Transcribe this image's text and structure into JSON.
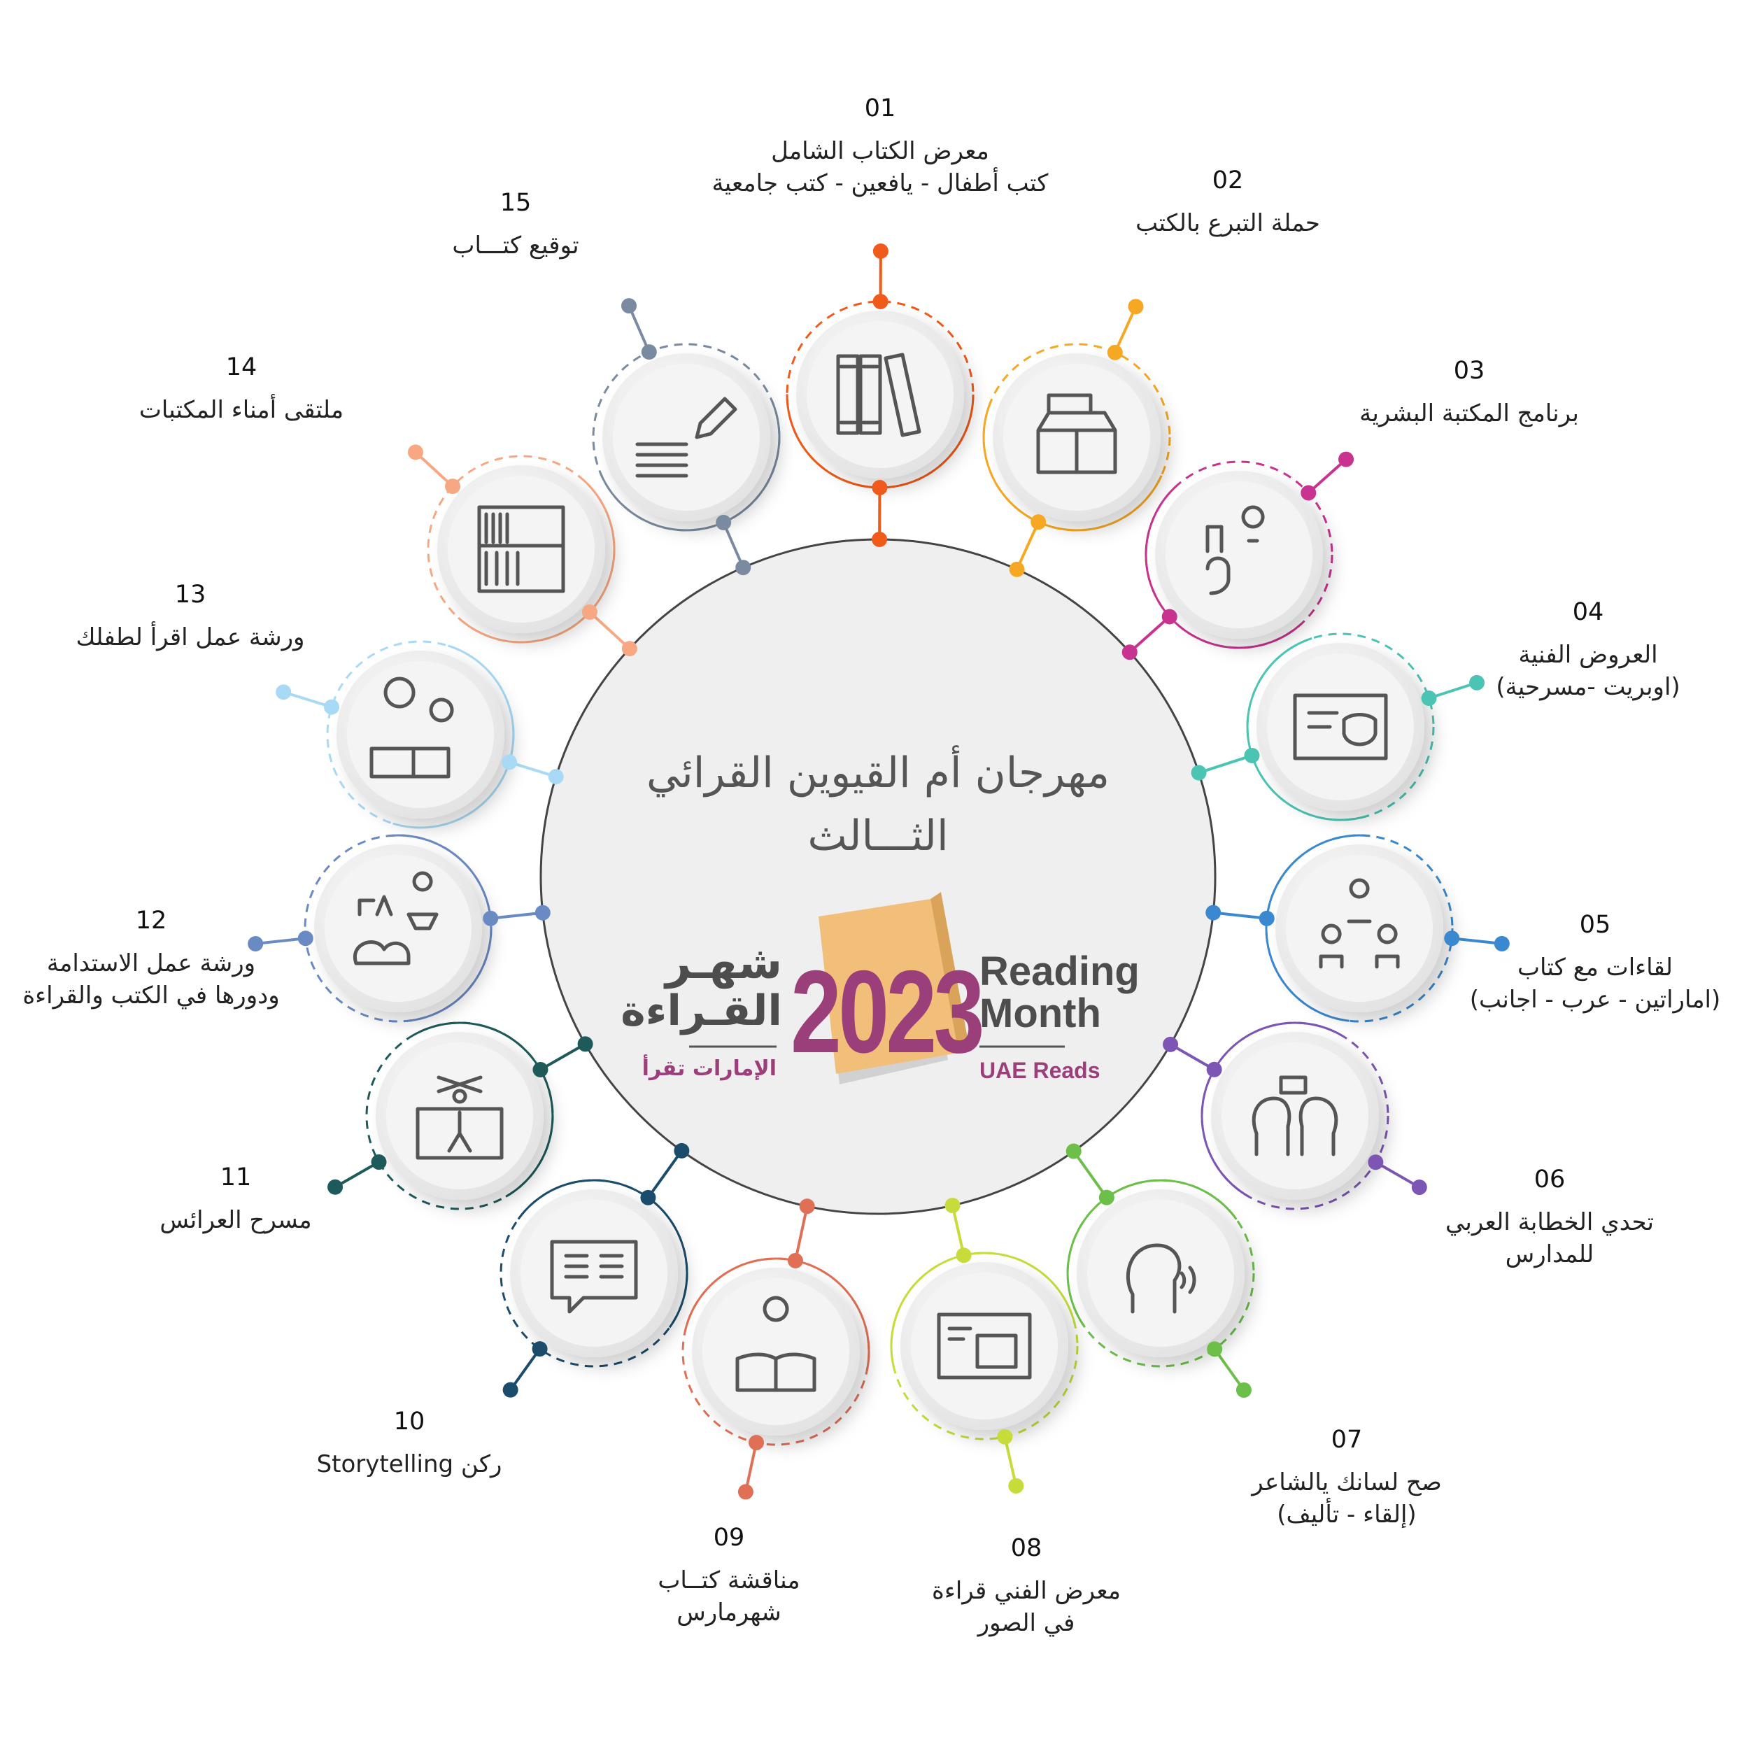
{
  "center": {
    "title_line1": "مهرجان أم القيوين القرائي",
    "title_line2": "الثـــالث",
    "logo": {
      "ar_line1": "شهـر",
      "ar_line2": "القـراءة",
      "year": "2023",
      "en_line1": "Reading",
      "en_line2": "Month",
      "ar_tagline": "الإمارات تقرأ",
      "en_tagline": "UAE Reads",
      "year_color": "#9b3f7a",
      "book_color": "#f2bf7a"
    }
  },
  "items": [
    {
      "number": "01",
      "lines": [
        "معرض الكتاب الشامل",
        "كتب أطفال - يافعين - كتب جامعية"
      ],
      "color": "#f05a1a",
      "icon": "books-icon"
    },
    {
      "number": "02",
      "lines": [
        "حملة التبرع بالكتب"
      ],
      "color": "#f7a823",
      "icon": "book-box-icon"
    },
    {
      "number": "03",
      "lines": [
        "برنامج المكتبة البشرية"
      ],
      "color": "#c7338f",
      "icon": "human-library-icon"
    },
    {
      "number": "04",
      "lines": [
        "العروض الفنية",
        "(اوبريت -مسرحية)"
      ],
      "color": "#4cc4b4",
      "icon": "theater-masks-icon"
    },
    {
      "number": "05",
      "lines": [
        "لقاءات مع كتاب",
        "(اماراتين - عرب - اجانب)"
      ],
      "color": "#3a88d0",
      "icon": "meeting-people-icon"
    },
    {
      "number": "06",
      "lines": [
        "تحدي الخطابة العربي",
        "للمدارس"
      ],
      "color": "#7c55b5",
      "icon": "debate-heads-icon"
    },
    {
      "number": "07",
      "lines": [
        "صح لسانك يالشاعر",
        "(إلقاء - تأليف)"
      ],
      "color": "#6cc04a",
      "icon": "speaking-head-icon"
    },
    {
      "number": "08",
      "lines": [
        "معرض الفني قراءة",
        "في الصور"
      ],
      "color": "#c7dc3a",
      "icon": "picture-gallery-icon"
    },
    {
      "number": "09",
      "lines": [
        "مناقشة كتــاب",
        "شهرمارس"
      ],
      "color": "#e07055",
      "icon": "book-idea-icon"
    },
    {
      "number": "10",
      "lines": [
        "ركن Storytelling"
      ],
      "color": "#1b4c6c",
      "icon": "story-book-bubble-icon"
    },
    {
      "number": "11",
      "lines": [
        "مسرح العرائس"
      ],
      "color": "#1e5a5a",
      "icon": "puppet-icon"
    },
    {
      "number": "12",
      "lines": [
        "ورشة عمل الاستدامة",
        "ودورها في الكتب والقراءة"
      ],
      "color": "#6a8ac4",
      "icon": "sustainability-idea-icon"
    },
    {
      "number": "13",
      "lines": [
        "ورشة عمل اقرأ لطفلك"
      ],
      "color": "#a8daf5",
      "icon": "parent-child-reading-icon"
    },
    {
      "number": "14",
      "lines": [
        "ملتقى أمناء المكتبات"
      ],
      "color": "#f7a882",
      "icon": "bookshelf-icon"
    },
    {
      "number": "15",
      "lines": [
        "توقيع كتـــاب"
      ],
      "color": "#7a8aa0",
      "icon": "book-signing-icon"
    }
  ]
}
